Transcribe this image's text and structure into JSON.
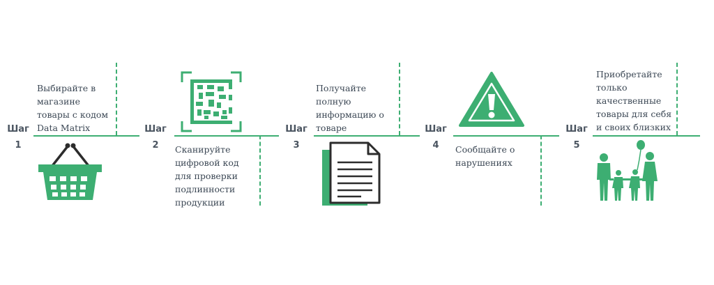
{
  "theme": {
    "accent": "#3dae72",
    "dark": "#2c2c2c",
    "text": "#3b4754"
  },
  "steps": [
    {
      "label_word": "Шаг",
      "number": "1",
      "lines": [
        "Выбирайте в",
        "магазине",
        "товары с кодом",
        "Data Matrix"
      ],
      "icon": "shopping-basket-icon"
    },
    {
      "label_word": "Шаг",
      "number": "2",
      "lines": [
        "Сканируйте",
        "цифровой код",
        "для проверки",
        "подлинности",
        "продукции"
      ],
      "icon": "data-matrix-scan-icon"
    },
    {
      "label_word": "Шаг",
      "number": "3",
      "lines": [
        "Получайте",
        "полную",
        "информацию о",
        "товаре"
      ],
      "icon": "documents-icon"
    },
    {
      "label_word": "Шаг",
      "number": "4",
      "lines": [
        "Сообщайте о",
        "нарушениях"
      ],
      "icon": "warning-icon"
    },
    {
      "label_word": "Шаг",
      "number": "5",
      "lines": [
        "Приобретайте",
        "только",
        "качественные",
        "товары для себя",
        "и своих близких"
      ],
      "icon": "family-icon"
    }
  ]
}
